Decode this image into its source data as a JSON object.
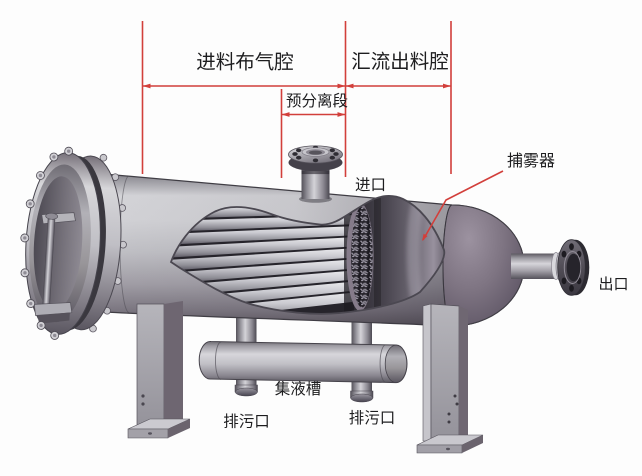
{
  "figure": {
    "type": "technical-diagram",
    "subject": "horizontal gas-liquid separator vessel cutaway",
    "background_color": "#fdfdfd",
    "annotation_color": "#d23f3b",
    "text_color": "#1d1d1f",
    "labels": {
      "feed_chamber": "进料布气腔",
      "outlet_chamber": "汇流出料腔",
      "preseparation_section": "预分离段",
      "inlet": "进口",
      "demister": "捕雾器",
      "outlet": "出口",
      "liquid_collection_trough": "集液槽",
      "drain_left": "排污口",
      "drain_right": "排污口"
    }
  }
}
